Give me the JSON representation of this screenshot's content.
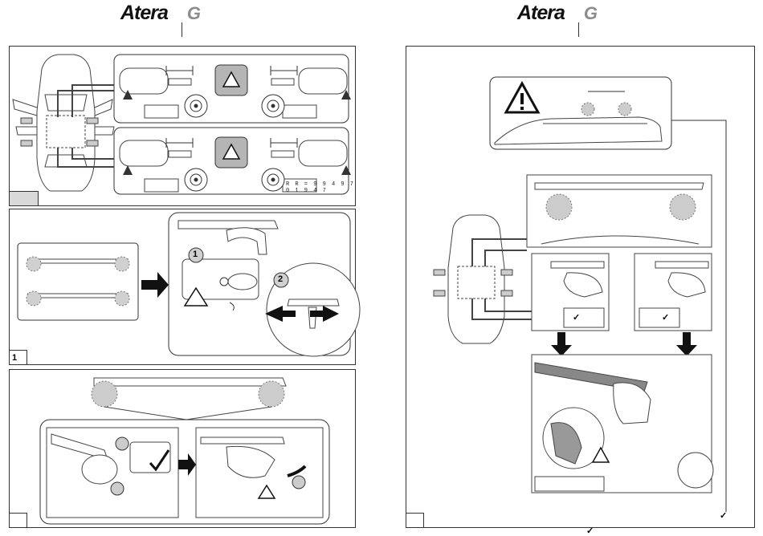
{
  "header": {
    "left_logo": {
      "brand": "Atera",
      "variant": "G"
    },
    "right_logo": {
      "brand": "Atera",
      "variant": "G"
    }
  },
  "left_page": {
    "panels": [
      {
        "step_label": ""
      },
      {
        "step_label": "1",
        "callouts": [
          "1",
          "2"
        ]
      },
      {
        "step_label": ""
      }
    ],
    "code": "R R = 9 9 4 9 7 0 1 9 4 7"
  },
  "right_page": {
    "step_label": "",
    "check_labels": [
      "✓",
      "✓",
      "✓",
      "✓"
    ]
  },
  "colors": {
    "line": "#333333",
    "shade": "#bdbdbd",
    "light": "#e6e6e6",
    "warn_box": "#b5b5b5"
  }
}
